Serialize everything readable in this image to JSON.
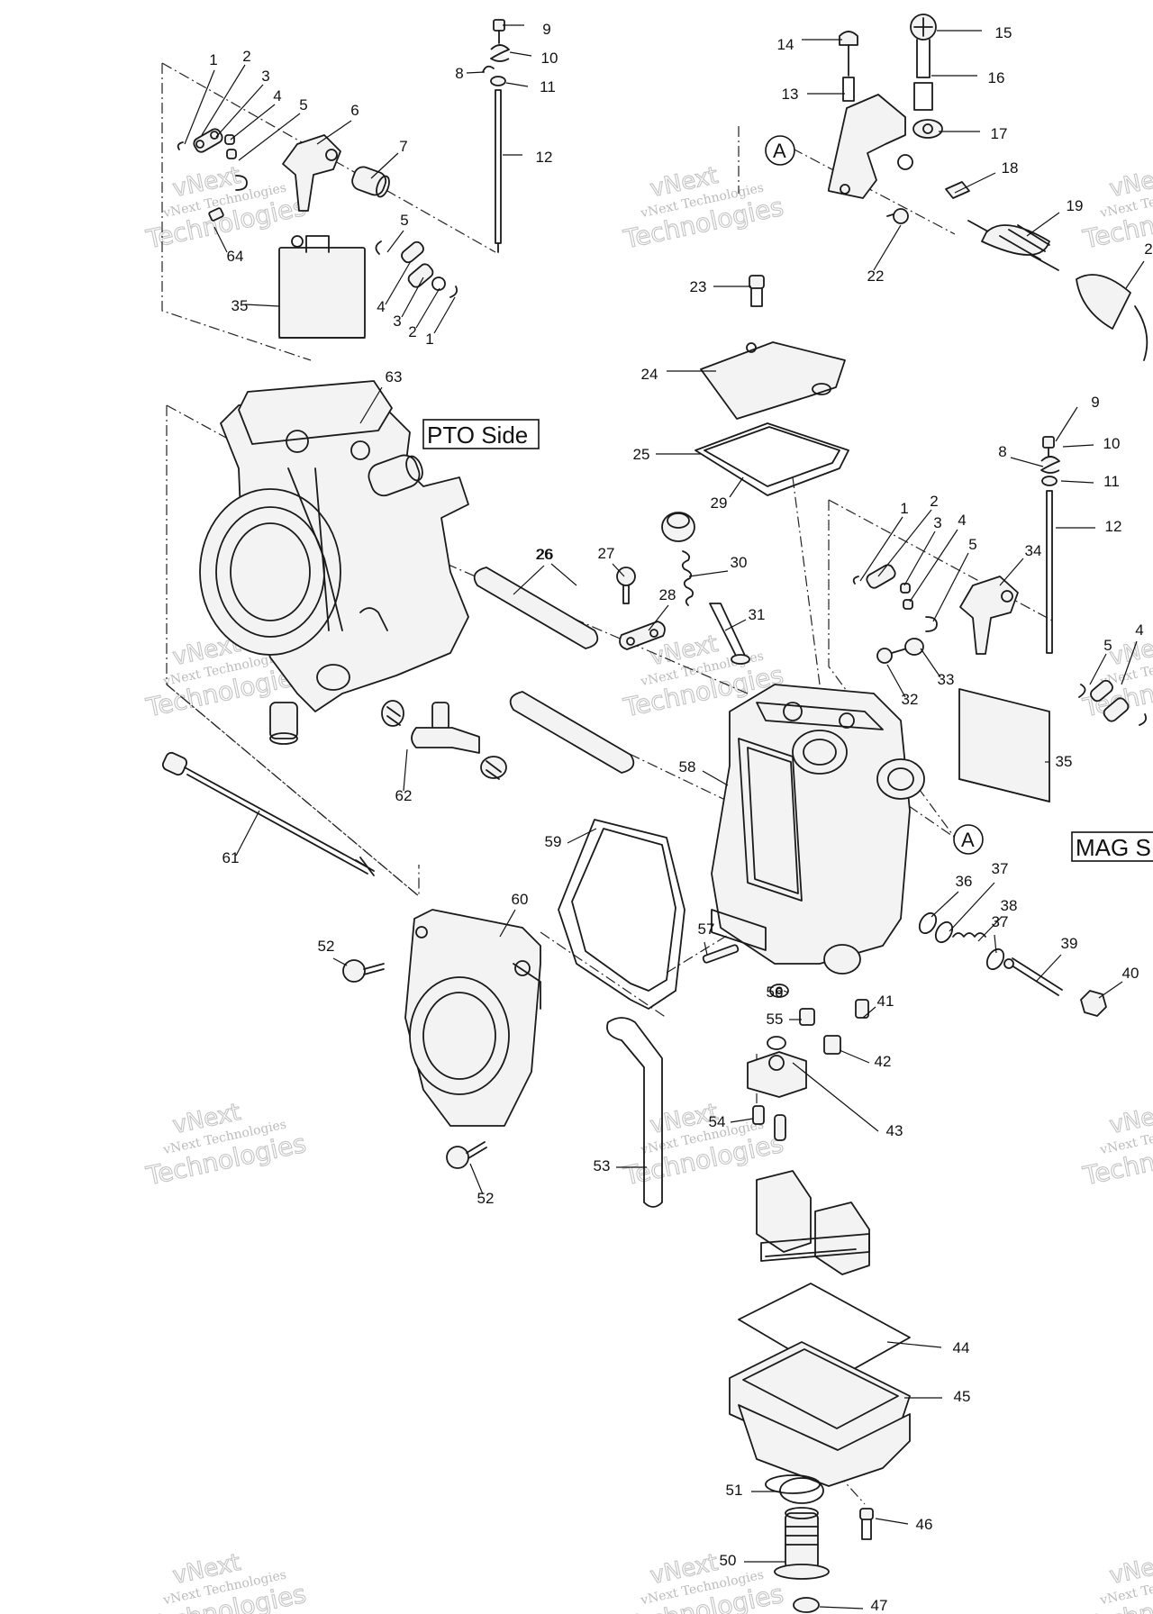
{
  "diagram": {
    "side_labels": [
      "PTO Side",
      "MAG S"
    ],
    "reference_marks": [
      "A",
      "A"
    ],
    "part_labels": [
      "1",
      "2",
      "3",
      "4",
      "5",
      "6",
      "7",
      "8",
      "9",
      "10",
      "11",
      "12",
      "35",
      "5",
      "4",
      "3",
      "2",
      "1",
      "64",
      "63",
      "14",
      "15",
      "13",
      "16",
      "17",
      "18",
      "19",
      "2",
      "22",
      "23",
      "24",
      "25",
      "29",
      "26",
      "27",
      "28",
      "30",
      "31",
      "9",
      "10",
      "8",
      "11",
      "12",
      "1",
      "2",
      "3",
      "4",
      "5",
      "34",
      "32",
      "33",
      "35",
      "5",
      "4",
      "26",
      "58",
      "62",
      "61",
      "59",
      "60",
      "57",
      "52",
      "36",
      "37",
      "38",
      "37",
      "39",
      "40",
      "41",
      "56",
      "55",
      "42",
      "43",
      "54",
      "53",
      "52",
      "44",
      "45",
      "51",
      "46",
      "50",
      "47"
    ],
    "watermark": {
      "line1": "vNext",
      "line2": "vNext Technologies",
      "line3": "Technologies"
    }
  }
}
